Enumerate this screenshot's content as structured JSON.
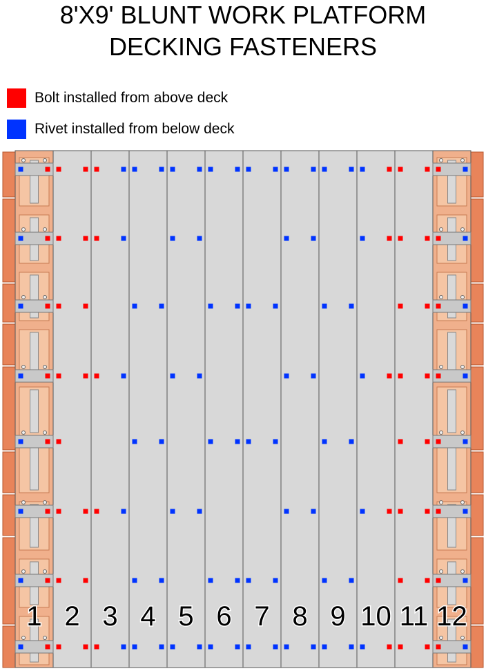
{
  "title": {
    "line1": "8'X9' BLUNT WORK PLATFORM",
    "line2": "DECKING FASTENERS"
  },
  "legend": [
    {
      "label": "Bolt installed from above deck",
      "color": "#ff0000",
      "kind": "bolt"
    },
    {
      "label": "Rivet installed from below deck",
      "color": "#0033ff",
      "kind": "rivet"
    }
  ],
  "colors": {
    "bolt": "#ff0000",
    "rivet": "#0033ff",
    "plank": "#d8d8d8",
    "plank_edge": "#555555",
    "frame": "#e8845a",
    "frame_dark": "#b5552c",
    "beam": "#c9c9c9"
  },
  "planks": [
    {
      "number": "1",
      "rows": [
        "RB",
        "RB",
        "RB",
        "RB",
        "RB",
        "RB",
        "RB",
        "RB"
      ]
    },
    {
      "number": "2",
      "rows": [
        "BB",
        "BB",
        "BB",
        "BB",
        "B-",
        "BB",
        "BB",
        "BB"
      ]
    },
    {
      "number": "3",
      "rows": [
        "BL",
        "BL",
        "--",
        "BL",
        "--",
        "BL",
        "--",
        "BL"
      ]
    },
    {
      "number": "4",
      "rows": [
        "LL",
        "--",
        "LL",
        "--",
        "LL",
        "--",
        "LL",
        "LL"
      ]
    },
    {
      "number": "5",
      "rows": [
        "LL",
        "LL",
        "--",
        "LL",
        "--",
        "LL",
        "--",
        "LL"
      ]
    },
    {
      "number": "6",
      "rows": [
        "LL",
        "--",
        "LL",
        "--",
        "LL",
        "--",
        "LL",
        "LL"
      ]
    },
    {
      "number": "7",
      "rows": [
        "LL",
        "--",
        "LL",
        "--",
        "LL",
        "--",
        "LL",
        "LL"
      ]
    },
    {
      "number": "8",
      "rows": [
        "LL",
        "LL",
        "--",
        "LL",
        "--",
        "LL",
        "--",
        "LL"
      ]
    },
    {
      "number": "9",
      "rows": [
        "LL",
        "--",
        "LL",
        "--",
        "LL",
        "--",
        "LL",
        "LL"
      ]
    },
    {
      "number": "10",
      "rows": [
        "LB",
        "LB",
        "--",
        "LB",
        "--",
        "LB",
        "--",
        "LB"
      ]
    },
    {
      "number": "11",
      "rows": [
        "BB",
        "BB",
        "BB",
        "BB",
        "BB",
        "BB",
        "BB",
        "BB"
      ]
    },
    {
      "number": "12",
      "rows": [
        "BL",
        "BL",
        "BL",
        "BL",
        "BL",
        "BL",
        "BL",
        "BL"
      ]
    }
  ]
}
